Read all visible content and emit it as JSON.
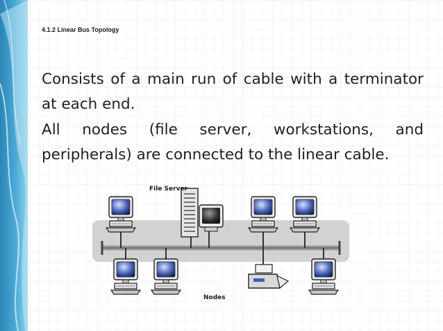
{
  "slide": {
    "title": "4.1.2 Linear Bus Topology",
    "paragraphs": [
      "Consists of a main run of cable with a terminator at each end.",
      "All nodes (file server, workstations, and peripherals) are connected to the linear cable."
    ]
  },
  "diagram": {
    "labels": {
      "file_server": "File Server",
      "nodes": "Nodes"
    }
  },
  "colors": {
    "side_band_dark": "#2e8fbf",
    "side_band_light": "#7cc7e6",
    "bus_panel": "#d2d2d2",
    "bus_cable": "#9a9a9a",
    "text": "#1f1f1f"
  }
}
